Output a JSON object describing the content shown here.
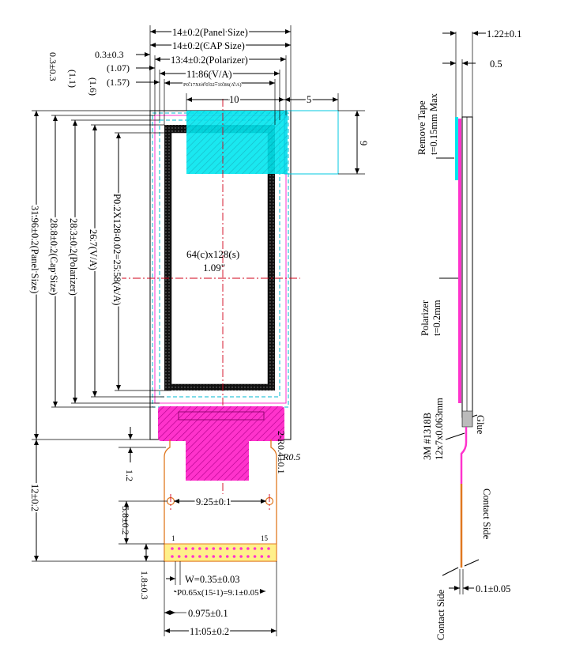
{
  "colors": {
    "cap": "#00e5ee",
    "polarizer": "#ff33cc",
    "fpc": "#e07820",
    "pad": "#fff08a",
    "centerline": "#d0001a",
    "aa_border": "#000000"
  },
  "top_dims": {
    "panel": "14±0.2(Panel Size)",
    "cap": "14±0.2(CAP Size)",
    "polarizer": "13.4±0.2(Polarizer)",
    "va": "11.86(V/A)",
    "aa": "P0.17X64-0.02=10.86(A/A)",
    "tape_w": "10",
    "tape_off": "5",
    "l03": "0.3±0.3",
    "l107": "(1.07)",
    "l157": "(1.57)"
  },
  "tape_h": "9",
  "left_dims": {
    "v03": "0.3±0.3",
    "v11": "(1.1)",
    "v16": "(1.6)",
    "panel": "31.96±0.2(Panel Size)",
    "cap": "28.8±0.2(Cap Size)",
    "polarizer": "28.3±0.2(Polarizer)",
    "va": "26.7(V/A)",
    "aa": "P0.2X128-0.02=25.58(A/A)"
  },
  "center": {
    "resolution": "64(c)x128(s)",
    "size": "1.09\""
  },
  "fpc": {
    "r04": "2-R0.4±0.1",
    "r05": "R0.5",
    "h12": "1.2",
    "total": "12±0.2",
    "holes": "9.25±0.1",
    "to_pad": "5.8±0.2",
    "pin_first": "1",
    "pin_last": "15",
    "pad_h": "1.8±0.3",
    "pad_w": "W=0.35±0.03",
    "pitch": "P0.65x(15-1)=9.1±0.05",
    "pad_off": "0.975±0.1",
    "width": "11.05±0.2"
  },
  "side": {
    "total": "1.22±0.1",
    "offset": "0.5",
    "tape": "Remove Tape",
    "tape_t": "t=0.15mm Max",
    "pol": "Polarizer",
    "pol_t": "t=0.2mm",
    "adhesive": "3M #1318B",
    "adhesive_size": "12x7x0.063mm",
    "glue": "Glue",
    "contact_side_a": "Contact Side",
    "contact_side_b": "Contact Side",
    "fpc_t": "0.1±0.05"
  }
}
